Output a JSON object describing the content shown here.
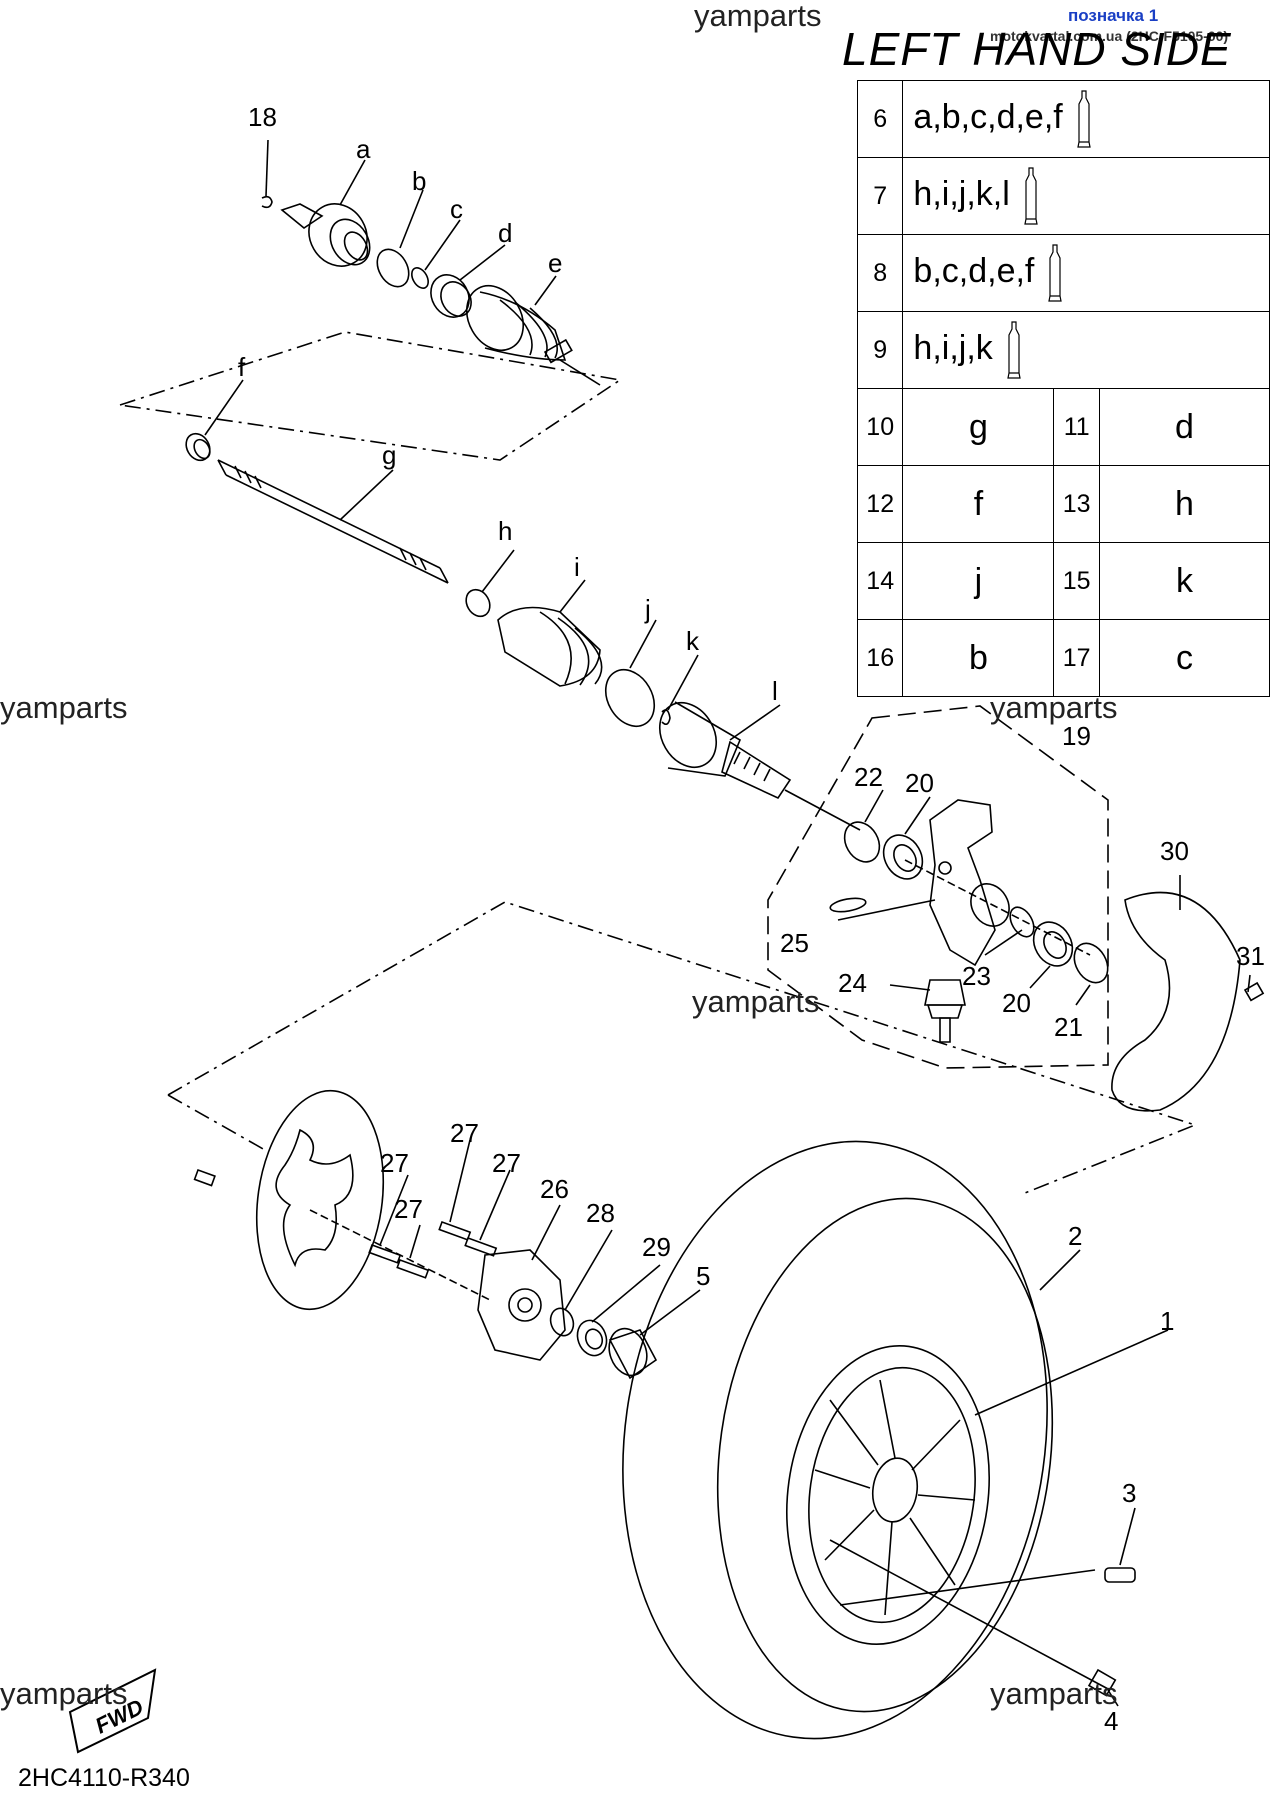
{
  "watermarks": [
    "yamparts",
    "yamparts",
    "yamparts",
    "yamparts",
    "yamparts",
    "yamparts"
  ],
  "tag": "позначка 1",
  "site": "motokvartal.com.ua (2HC-F5105-00)",
  "title": "LEFT HAND SIDE",
  "code": "2HC4110-R340",
  "fwd": "FWD",
  "table": {
    "kit_rows": [
      {
        "no": "6",
        "parts": "a,b,c,d,e,f"
      },
      {
        "no": "7",
        "parts": "h,i,j,k,l"
      },
      {
        "no": "8",
        "parts": "b,c,d,e,f"
      },
      {
        "no": "9",
        "parts": "h,i,j,k"
      }
    ],
    "pair_rows": [
      [
        {
          "no": "10",
          "part": "g"
        },
        {
          "no": "11",
          "part": "d"
        }
      ],
      [
        {
          "no": "12",
          "part": "f"
        },
        {
          "no": "13",
          "part": "h"
        }
      ],
      [
        {
          "no": "14",
          "part": "j"
        },
        {
          "no": "15",
          "part": "k"
        }
      ],
      [
        {
          "no": "16",
          "part": "b"
        },
        {
          "no": "17",
          "part": "c"
        }
      ]
    ]
  },
  "callouts": [
    {
      "id": "18",
      "text": "18"
    },
    {
      "id": "a",
      "text": "a"
    },
    {
      "id": "b",
      "text": "b"
    },
    {
      "id": "c",
      "text": "c"
    },
    {
      "id": "d",
      "text": "d"
    },
    {
      "id": "e",
      "text": "e"
    },
    {
      "id": "f",
      "text": "f"
    },
    {
      "id": "g",
      "text": "g"
    },
    {
      "id": "h",
      "text": "h"
    },
    {
      "id": "i",
      "text": "i"
    },
    {
      "id": "j",
      "text": "j"
    },
    {
      "id": "k",
      "text": "k"
    },
    {
      "id": "l",
      "text": "l"
    },
    {
      "id": "19",
      "text": "19"
    },
    {
      "id": "22",
      "text": "22"
    },
    {
      "id": "20a",
      "text": "20"
    },
    {
      "id": "30",
      "text": "30"
    },
    {
      "id": "25",
      "text": "25"
    },
    {
      "id": "23",
      "text": "23"
    },
    {
      "id": "20b",
      "text": "20"
    },
    {
      "id": "31",
      "text": "31"
    },
    {
      "id": "24",
      "text": "24"
    },
    {
      "id": "21",
      "text": "21"
    },
    {
      "id": "27a",
      "text": "27"
    },
    {
      "id": "27b",
      "text": "27"
    },
    {
      "id": "27c",
      "text": "27"
    },
    {
      "id": "27d",
      "text": "27"
    },
    {
      "id": "26",
      "text": "26"
    },
    {
      "id": "28",
      "text": "28"
    },
    {
      "id": "29",
      "text": "29"
    },
    {
      "id": "5",
      "text": "5"
    },
    {
      "id": "2",
      "text": "2"
    },
    {
      "id": "1",
      "text": "1"
    },
    {
      "id": "3",
      "text": "3"
    },
    {
      "id": "4",
      "text": "4"
    }
  ]
}
